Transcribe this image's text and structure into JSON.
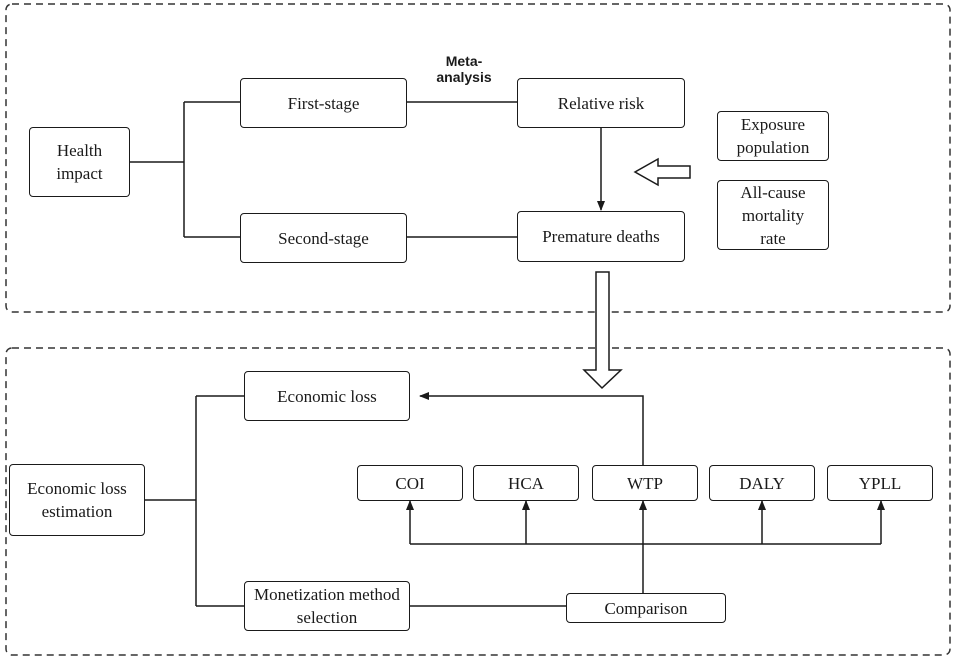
{
  "diagram": {
    "stage1": {
      "health_impact": "Health impact",
      "first_stage": "First-stage",
      "second_stage": "Second-stage",
      "meta_analysis": "Meta-analysis",
      "relative_risk": "Relative risk",
      "premature_deaths": "Premature deaths",
      "exposure_population": "Exposure population",
      "all_cause_mortality": "All-cause mortality rate"
    },
    "stage2": {
      "economic_loss_estimation": "Economic loss estimation",
      "economic_loss": "Economic loss",
      "monetization": "Monetization method selection",
      "comparison": "Comparison",
      "methods": [
        "COI",
        "HCA",
        "WTP",
        "DALY",
        "YPLL"
      ]
    }
  }
}
